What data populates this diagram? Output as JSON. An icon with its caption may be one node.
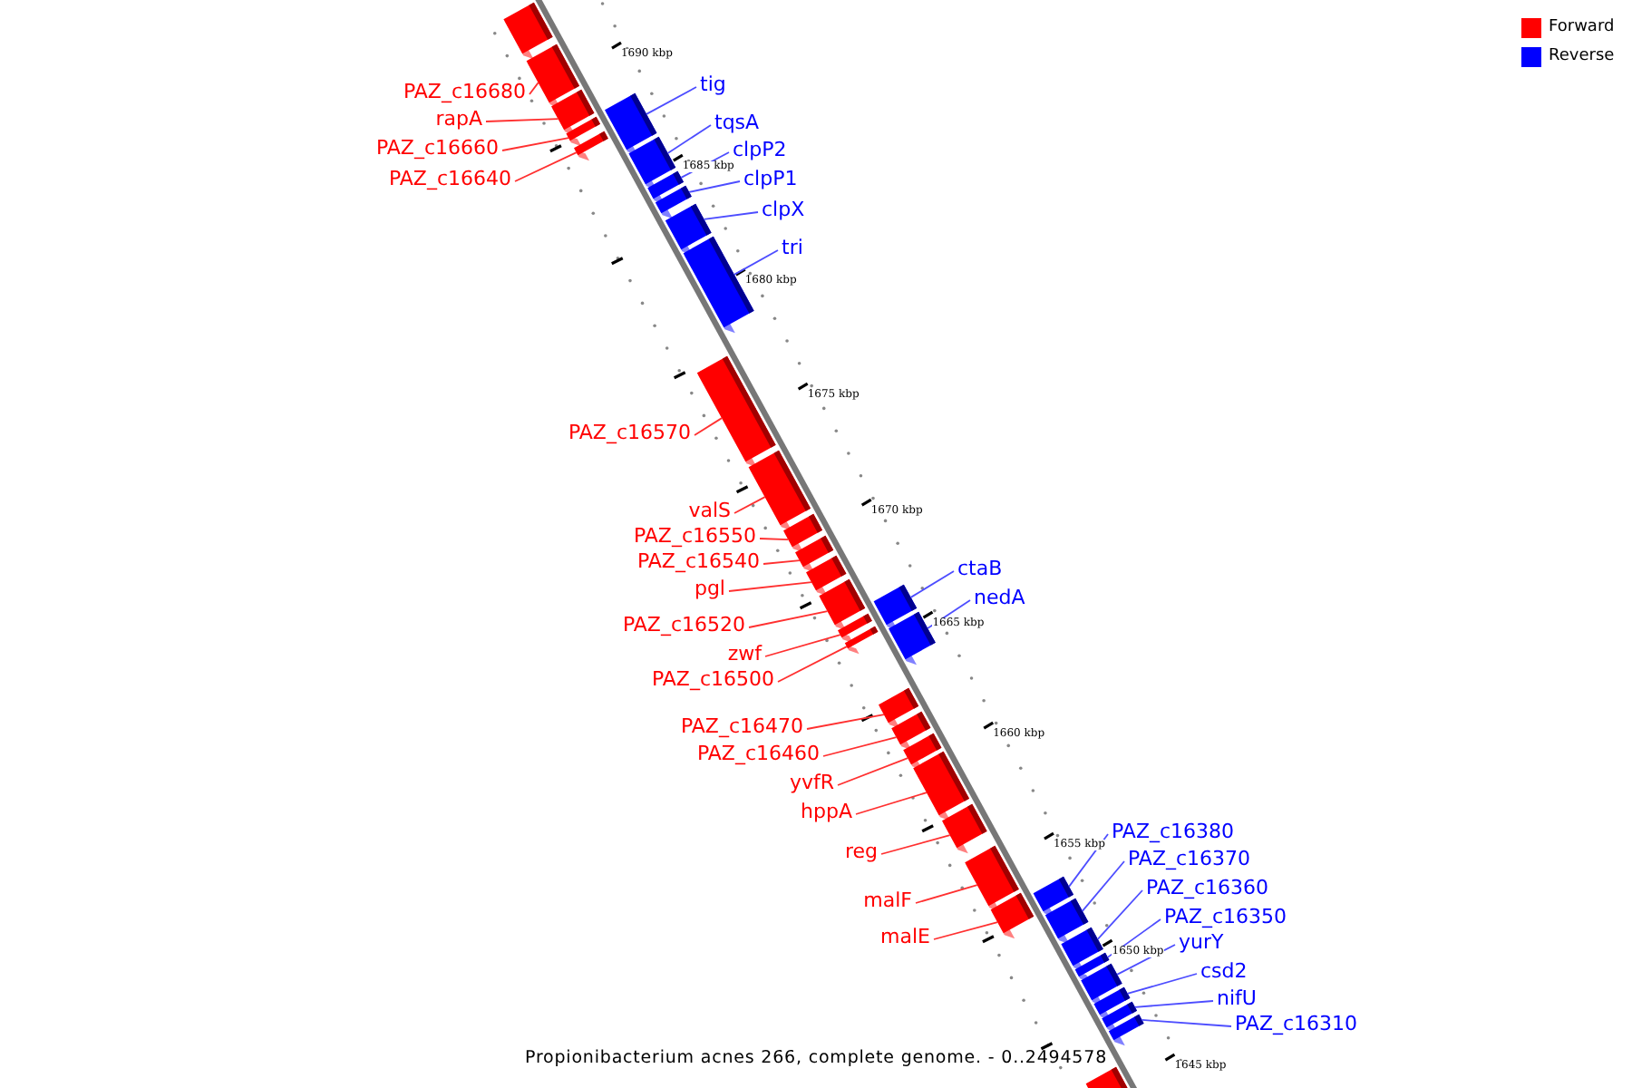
{
  "diagram": {
    "caption": "Propionibacterium acnes 266, complete genome. - 0..2494578",
    "nodes": [
      {
        "text": [],
        "shape": "bar"
      },
      {
        "text": [
          "PAZ_c16680"
        ]
      },
      {
        "text": [],
        "shape": "bar"
      },
      {
        "text": [
          "tig"
        ]
      },
      {
        "text": [],
        "shape": "bar"
      },
      {
        "text": [
          "rapA"
        ]
      },
      {
        "text": [],
        "shape": "bar"
      },
      {
        "text": [
          "tqsA"
        ]
      },
      {
        "text": [],
        "shape": "bar"
      },
      {
        "text": [
          "PAZ_c16660"
        ]
      },
      {
        "text": [],
        "shape": "bar"
      },
      {
        "text": [
          "clpP2"
        ]
      },
      {
        "text": [],
        "shape": "bar"
      },
      {
        "text": [
          "PAZ_c16640"
        ]
      },
      {
        "text": [],
        "shape": "bar"
      },
      {
        "text": [
          "clpP1"
        ]
      },
      {
        "text": [],
        "shape": "bar"
      },
      {
        "text": [
          "clpX"
        ]
      },
      {
        "text": [],
        "shape": "bar"
      },
      {
        "text": [
          "tri"
        ]
      },
      {
        "text": [],
        "shape": "bar"
      },
      {
        "text": [
          "PAZ_c16570"
        ]
      },
      {
        "text": [],
        "shape": "bar"
      },
      {
        "text": [
          "valS"
        ]
      },
      {
        "text": [],
        "shape": "bar"
      },
      {
        "text": [
          "PAZ_c16550"
        ]
      },
      {
        "text": [],
        "shape": "bar"
      },
      {
        "text": [
          "PAZ_c16540"
        ]
      },
      {
        "text": [],
        "shape": "bar"
      },
      {
        "text": [
          "ctaB"
        ]
      },
      {
        "text": [],
        "shape": "bar"
      },
      {
        "text": [
          "pgl"
        ]
      },
      {
        "text": [],
        "shape": "bar"
      },
      {
        "text": [
          "nedA"
        ]
      },
      {
        "text": [],
        "shape": "bar"
      },
      {
        "text": [
          "PAZ_c16520"
        ]
      },
      {
        "text": [],
        "shape": "bar"
      },
      {
        "text": [
          "zwf"
        ]
      },
      {
        "text": [],
        "shape": "bar"
      },
      {
        "text": [
          "PAZ_c16500"
        ]
      },
      {
        "text": [],
        "shape": "bar"
      },
      {
        "text": [
          "PAZ_c16470"
        ]
      },
      {
        "text": [],
        "shape": "bar"
      },
      {
        "text": [
          "PAZ_c16460"
        ]
      },
      {
        "text": [],
        "shape": "bar"
      },
      {
        "text": [
          "yvfR"
        ]
      },
      {
        "text": [],
        "shape": "bar"
      },
      {
        "text": [
          "hppA"
        ]
      },
      {
        "text": [],
        "shape": "bar"
      },
      {
        "text": [
          "PAZ_c16380"
        ]
      },
      {
        "text": [],
        "shape": "bar"
      },
      {
        "text": [
          "reg"
        ]
      },
      {
        "text": [],
        "shape": "bar"
      },
      {
        "text": [
          "PAZ_c16370"
        ]
      },
      {
        "text": [],
        "shape": "bar"
      },
      {
        "text": [
          "PAZ_c16360"
        ]
      },
      {
        "text": [],
        "shape": "bar"
      },
      {
        "text": [
          "malF"
        ]
      },
      {
        "text": [],
        "shape": "bar"
      },
      {
        "text": [
          "PAZ_c16350"
        ]
      },
      {
        "text": [],
        "shape": "bar"
      },
      {
        "text": [
          "malE"
        ]
      },
      {
        "text": [],
        "shape": "bar"
      },
      {
        "text": [
          "yurY"
        ]
      },
      {
        "text": [],
        "shape": "bar"
      },
      {
        "text": [
          "csd2"
        ]
      },
      {
        "text": [],
        "shape": "bar"
      },
      {
        "text": [
          "nifU"
        ]
      },
      {
        "text": [],
        "shape": "bar"
      },
      {
        "text": [
          "PAZ_c16310"
        ]
      },
      {
        "text": [],
        "shape": "bar"
      },
      {
        "text": [],
        "shape": "bar"
      }
    ],
    "edges": [
      {
        "from": 1,
        "to": 2,
        "arrow": "none"
      },
      {
        "from": 3,
        "to": 4,
        "arrow": "none",
        "color": "#4d4dff"
      },
      {
        "from": 5,
        "to": 6,
        "arrow": "none"
      },
      {
        "from": 7,
        "to": 8,
        "arrow": "none",
        "color": "#4d4dff"
      },
      {
        "from": 9,
        "to": 10,
        "arrow": "none"
      },
      {
        "from": 11,
        "to": 12,
        "arrow": "none",
        "color": "#4d4dff"
      },
      {
        "from": 13,
        "to": 14,
        "arrow": "none"
      },
      {
        "from": 15,
        "to": 16,
        "arrow": "none",
        "color": "#4d4dff"
      },
      {
        "from": 17,
        "to": 18,
        "arrow": "none",
        "color": "#4d4dff"
      },
      {
        "from": 19,
        "to": 20,
        "arrow": "none",
        "color": "#4d4dff"
      },
      {
        "from": 21,
        "to": 22,
        "arrow": "none"
      },
      {
        "from": 23,
        "to": 24,
        "arrow": "none"
      },
      {
        "from": 25,
        "to": 26,
        "arrow": "none"
      },
      {
        "from": 27,
        "to": 28,
        "arrow": "none"
      },
      {
        "from": 29,
        "to": 30,
        "arrow": "none",
        "color": "#4d4dff"
      },
      {
        "from": 31,
        "to": 32,
        "arrow": "none"
      },
      {
        "from": 33,
        "to": 34,
        "arrow": "none",
        "color": "#4d4dff"
      },
      {
        "from": 35,
        "to": 36,
        "arrow": "none"
      },
      {
        "from": 37,
        "to": 38,
        "arrow": "none"
      },
      {
        "from": 39,
        "to": 40,
        "arrow": "none"
      },
      {
        "from": 41,
        "to": 42,
        "arrow": "none"
      },
      {
        "from": 43,
        "to": 44,
        "arrow": "none"
      },
      {
        "from": 45,
        "to": 46,
        "arrow": "none"
      },
      {
        "from": 47,
        "to": 48,
        "arrow": "none"
      },
      {
        "from": 49,
        "to": 50,
        "arrow": "none",
        "color": "#4d4dff"
      },
      {
        "from": 51,
        "to": 52,
        "arrow": "none"
      },
      {
        "from": 53,
        "to": 54,
        "arrow": "none",
        "color": "#4d4dff"
      },
      {
        "from": 55,
        "to": 56,
        "arrow": "none",
        "color": "#4d4dff"
      },
      {
        "from": 57,
        "to": 58,
        "arrow": "none"
      },
      {
        "from": 59,
        "to": 60,
        "arrow": "none",
        "color": "#4d4dff"
      },
      {
        "from": 61,
        "to": 62,
        "arrow": "none"
      },
      {
        "from": 63,
        "to": 64,
        "arrow": "none",
        "color": "#4d4dff"
      },
      {
        "from": 65,
        "to": 66,
        "arrow": "none",
        "color": "#4d4dff"
      },
      {
        "from": 67,
        "to": 68,
        "arrow": "none",
        "color": "#4d4dff"
      },
      {
        "from": 69,
        "to": 70,
        "arrow": "none",
        "color": "#4d4dff"
      }
    ],
    "labels": [
      "1690 kbp",
      "1685 kbp",
      "1680 kbp",
      "1675 kbp",
      "1670 kbp",
      "1665 kbp",
      "1660 kbp",
      "1655 kbp",
      "1650 kbp",
      "1645 kbp"
    ],
    "legend": [
      {
        "text": "Forward",
        "color": "#ff0000"
      },
      {
        "text": "Reverse",
        "color": "#0000ff"
      }
    ]
  }
}
